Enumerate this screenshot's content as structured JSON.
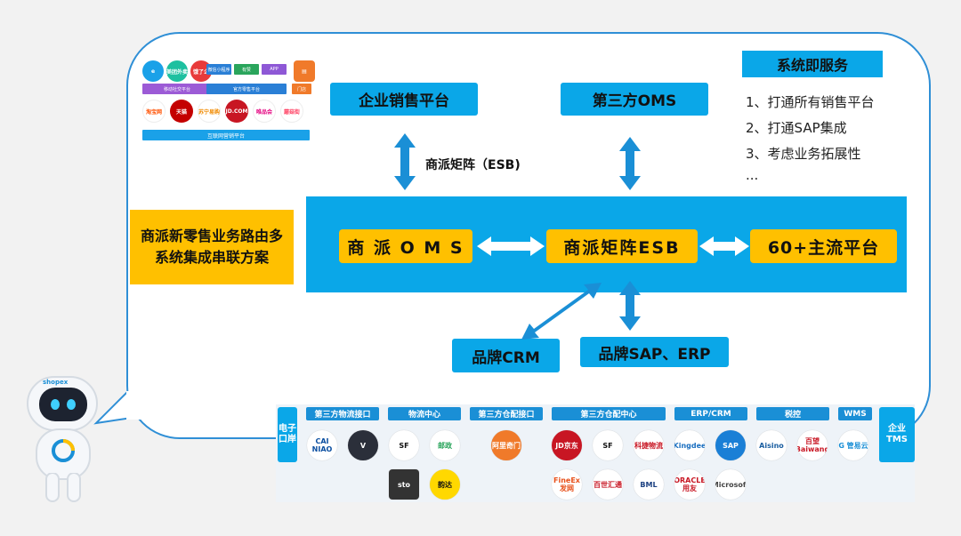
{
  "side_title": "商派新零售业务路由多系统集成串联方案",
  "top_boxes": {
    "enterprise_sales": "企业销售平台",
    "third_party_oms": "第三方OMS"
  },
  "esb_label": "商派矩阵（ESB)",
  "band": {
    "oms": "商 派 O M S",
    "esb": "商派矩阵ESB",
    "platforms": "60+主流平台"
  },
  "bottom_boxes": {
    "crm": "品牌CRM",
    "sap_erp": "品牌SAP、ERP"
  },
  "services": {
    "title": "系统即服务",
    "items": [
      "1、打通所有销售平台",
      "2、打通SAP集成",
      "3、考虑业务拓展性",
      "..."
    ]
  },
  "top_left_panel": {
    "logos_row1": [
      "e",
      "美团外卖",
      "饿了么"
    ],
    "chips_row1": [
      "微信小程序",
      "有赞",
      "APP"
    ],
    "label_row1_a": "移动社交平台",
    "label_row1_b": "官方零售平台",
    "label_row1_c": "门店",
    "logos_row2": [
      "淘宝网",
      "天猫",
      "苏宁易购",
      "JD.COM",
      "唯品会",
      "蘑菇街"
    ],
    "label_row2": "互联网营销平台"
  },
  "strip": {
    "left_tab": "电子口岸",
    "right_tab": "企业TMS",
    "categories": [
      {
        "label": "第三方物流接口"
      },
      {
        "label": "物流中心"
      },
      {
        "label": "第三方仓配接口"
      },
      {
        "label": "第三方仓配中心"
      },
      {
        "label": "ERP/CRM"
      },
      {
        "label": "税控"
      },
      {
        "label": "WMS"
      }
    ],
    "logos_top": [
      "CAI NIAO",
      "V",
      "SF",
      "邮政",
      "阿里奇门",
      "JD京东",
      "SF",
      "科捷物流",
      "Kingdee",
      "SAP",
      "Aisino",
      "百望 Baiwang",
      "G 管易云"
    ],
    "logos_bottom": [
      "sto",
      "韵达",
      "FineEx发网",
      "百世汇通",
      "BML",
      "ORACLE 用友",
      "Microsoft"
    ]
  },
  "robot_badge": "shopex",
  "colors": {
    "accent_blue": "#0aa7e8",
    "accent_yellow": "#ffc000",
    "bubble_border": "#2f8fd6"
  }
}
